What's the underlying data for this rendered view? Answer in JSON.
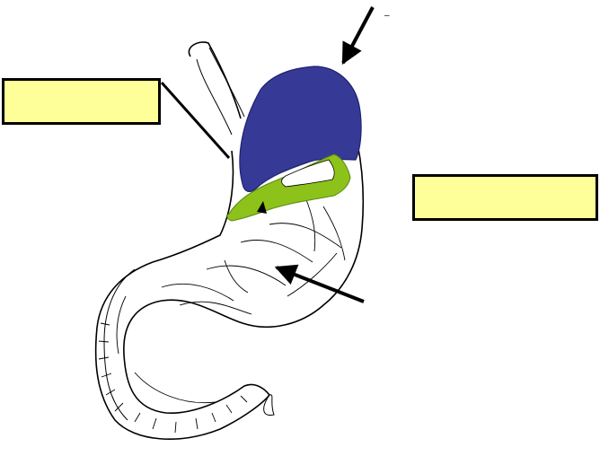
{
  "figure": {
    "label_boxes": [
      {
        "id": "left",
        "text": ""
      },
      {
        "id": "right",
        "text": ""
      }
    ],
    "stray_mark": "–",
    "colors": {
      "fundus_fill": "#363a96",
      "band_fill": "#8cc21a",
      "label_box_fill": "#ffff99",
      "outline": "#000000",
      "background": "#ffffff"
    },
    "icons": [
      "arrow-top",
      "arrow-middle-right",
      "arrow-small-inside",
      "leader-line-left"
    ]
  }
}
